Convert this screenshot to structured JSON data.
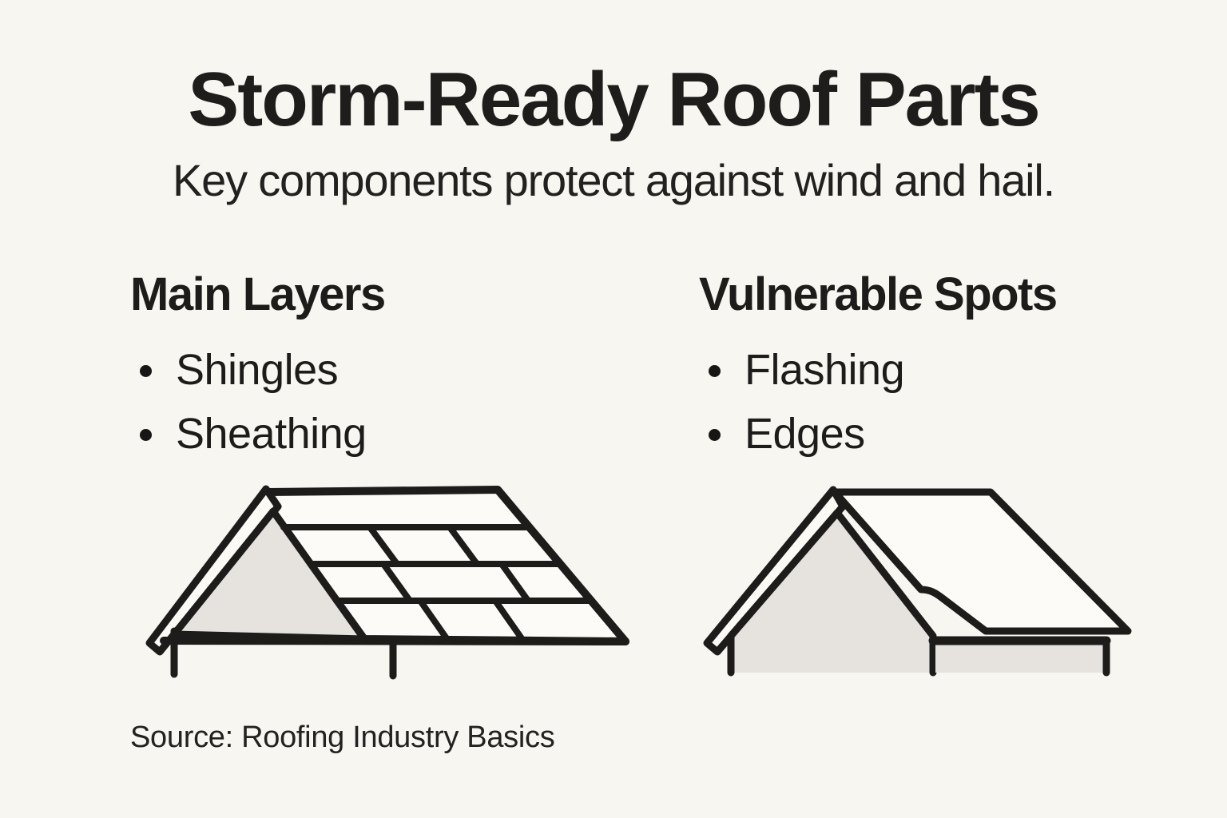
{
  "header": {
    "title": "Storm-Ready Roof Parts",
    "subtitle": "Key components protect against wind and hail."
  },
  "columns": [
    {
      "heading": "Main Layers",
      "items": [
        "Shingles",
        "Sheathing"
      ],
      "illustration": "shingled-roof"
    },
    {
      "heading": "Vulnerable Spots",
      "items": [
        "Flashing",
        "Edges"
      ],
      "illustration": "roof-with-flashing"
    }
  ],
  "footer": {
    "source": "Source: Roofing Industry Basics"
  },
  "colors": {
    "background": "#f8f6f1",
    "ink": "#1d1c1a",
    "gable_fill": "#e6e3de",
    "roof_fill": "#fcfbf7"
  }
}
